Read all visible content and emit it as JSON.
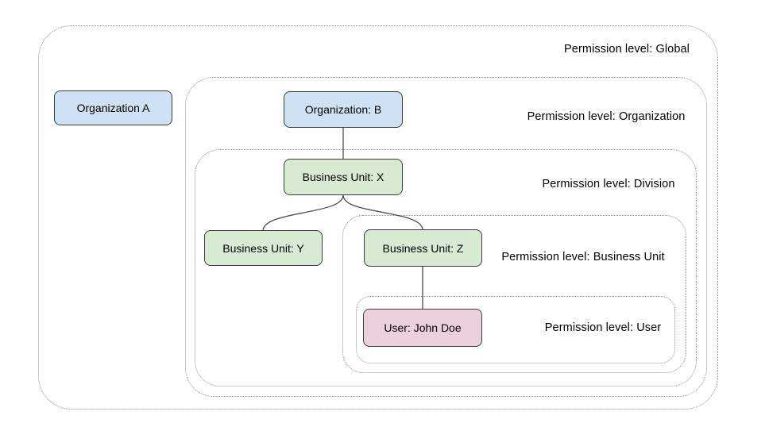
{
  "diagram": {
    "title_hint": "Permission level hierarchy",
    "scopes": {
      "global": {
        "label": "Permission level: Global"
      },
      "organization": {
        "label": "Permission level: Organization"
      },
      "division": {
        "label": "Permission level: Division"
      },
      "business_unit": {
        "label": "Permission level: Business Unit"
      },
      "user": {
        "label": "Permission level: User"
      }
    },
    "nodes": {
      "org_a": {
        "label": "Organization A",
        "type": "organization"
      },
      "org_b": {
        "label": "Organization: B",
        "type": "organization"
      },
      "bu_x": {
        "label": "Business Unit: X",
        "type": "business-unit"
      },
      "bu_y": {
        "label": "Business Unit: Y",
        "type": "business-unit"
      },
      "bu_z": {
        "label": "Business Unit: Z",
        "type": "business-unit"
      },
      "user_john_doe": {
        "label": "User: John Doe",
        "type": "user"
      }
    },
    "edges": [
      {
        "from": "org_b",
        "to": "bu_x"
      },
      {
        "from": "bu_x",
        "to": "bu_y"
      },
      {
        "from": "bu_x",
        "to": "bu_z"
      },
      {
        "from": "bu_z",
        "to": "user_john_doe"
      }
    ],
    "colors": {
      "organization_fill": "#cfe2f3",
      "business_unit_fill": "#d9ead3",
      "user_fill": "#ead1dc",
      "node_border": "#3b3b3b",
      "scope_border": "#8f8f8f",
      "connector": "#4a4a4a",
      "text": "#000000",
      "background": "#ffffff"
    }
  }
}
